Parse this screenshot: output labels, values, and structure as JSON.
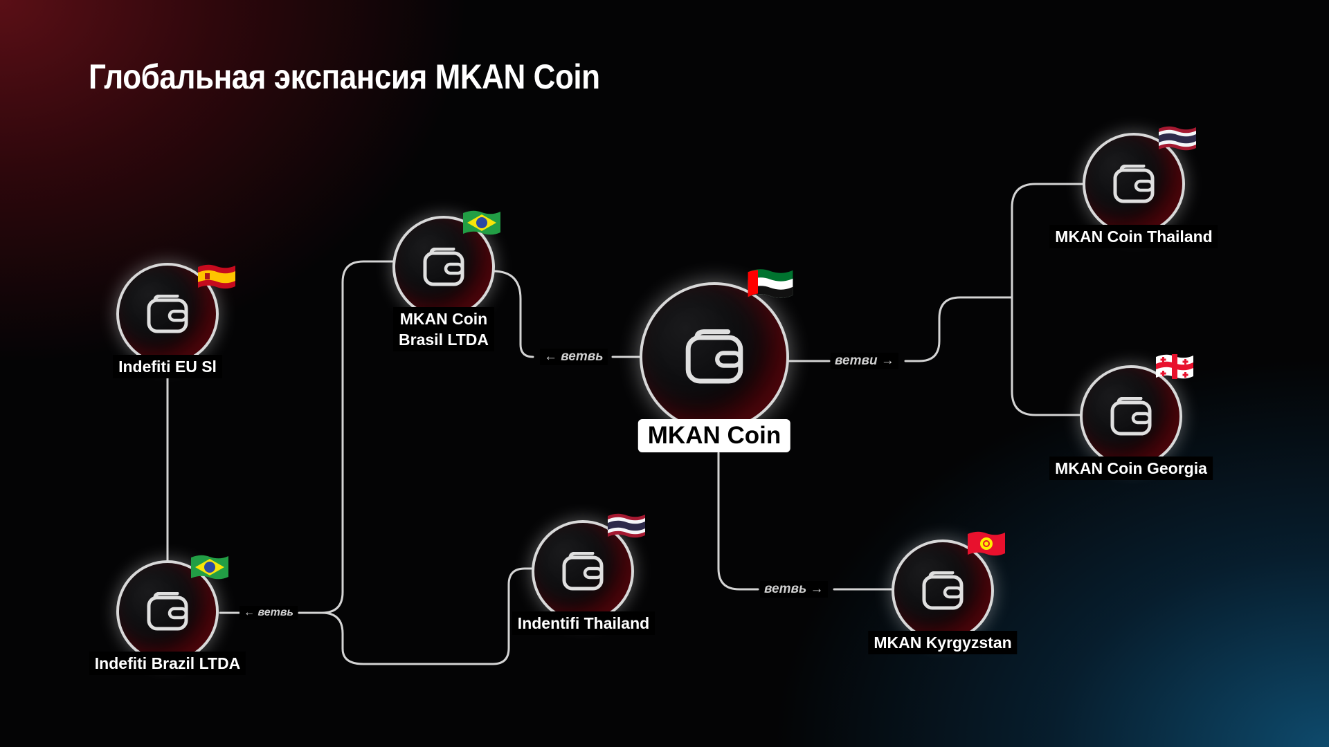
{
  "title": "Глобальная экспансия MKAN Coin",
  "nodes": {
    "center": {
      "label": "MKAN Coin"
    },
    "eu": {
      "label": "Indefiti EU Sl"
    },
    "brazil_ltda": {
      "label": "Indefiti Brazil LTDA"
    },
    "coin_brasil": {
      "label": "MKAN Coin\nBrasil LTDA"
    },
    "thailand_left": {
      "label": "Indentifi Thailand"
    },
    "coin_thailand": {
      "label": "MKAN Coin Thailand"
    },
    "coin_georgia": {
      "label": "MKAN Coin Georgia"
    },
    "kyrgyzstan": {
      "label": "MKAN Kyrgyzstan"
    }
  },
  "branches": {
    "left_center": "← ветвь",
    "right_center": "ветви →",
    "down_center": "ветвь →",
    "left_bottom": "← ветвь"
  },
  "icons": {
    "node_icon": "wallet-icon",
    "flags": {
      "center": "uae-flag",
      "eu": "spain-flag",
      "brazil_ltda": "brazil-flag",
      "coin_brasil": "brazil-flag",
      "thailand_left": "thailand-flag",
      "coin_thailand": "thailand-flag",
      "coin_georgia": "georgia-flag",
      "kyrgyzstan": "kyrgyzstan-flag"
    }
  },
  "colors": {
    "line": "#d4d4d4",
    "bg_red": "#5a0f16",
    "bg_blue": "#0e4a6c"
  }
}
